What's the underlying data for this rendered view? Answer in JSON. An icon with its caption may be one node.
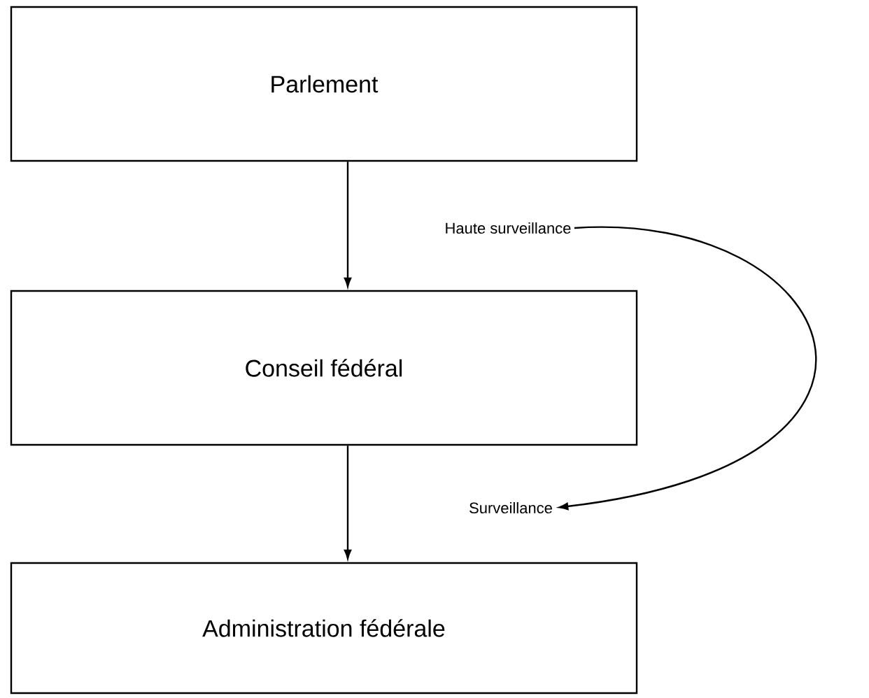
{
  "diagram": {
    "nodes": [
      {
        "text": [
          "Parlement"
        ]
      },
      {
        "text": [
          "Conseil fédéral"
        ]
      },
      {
        "text": [
          "Administration fédérale"
        ]
      },
      {
        "text": [
          "Haute surveillance"
        ]
      },
      {
        "text": [
          "Surveillance"
        ]
      }
    ],
    "edges": [
      {
        "from": 0,
        "to": 1,
        "arrow": "to"
      },
      {
        "from": 1,
        "to": 2,
        "arrow": "to"
      },
      {
        "from": 3,
        "to": 4,
        "arrow": "to"
      }
    ]
  }
}
